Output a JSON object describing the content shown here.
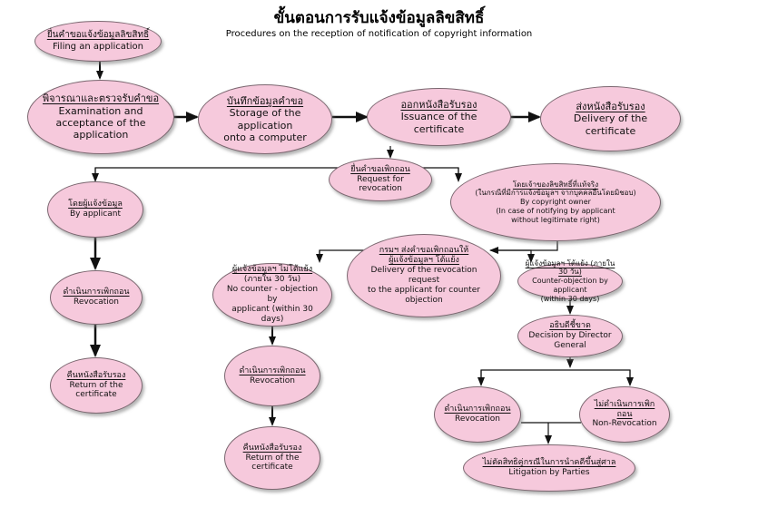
{
  "title": {
    "thai": "ขั้นตอนการรับแจ้งข้อมูลลิขสิทธิ์",
    "english": "Procedures on the reception of notification of copyright information"
  },
  "nodes": {
    "filing": {
      "th": "ยื่นคำขอแจ้งข้อมูลลิขสิทธิ์",
      "en": [
        "Filing an application"
      ]
    },
    "examination": {
      "th": "พิจารณาและตรวจรับคำขอ",
      "en": [
        "Examination and",
        "acceptance of the",
        "application"
      ]
    },
    "storage": {
      "th": "บันทึกข้อมูลคำขอ",
      "en": [
        "Storage of the application",
        "onto a computer"
      ]
    },
    "issuance": {
      "th": "ออกหนังสือรับรอง",
      "en": [
        "Issuance of the",
        "certificate"
      ]
    },
    "delivery": {
      "th": "ส่งหนังสือรับรอง",
      "en": [
        "Delivery of the",
        "certificate"
      ]
    },
    "revocation_request": {
      "th": "ยื่นคำขอเพิกถอน",
      "en": [
        "Request for revocation"
      ]
    },
    "by_applicant": {
      "th": "โดยผู้แจ้งข้อมูล",
      "en": [
        "By applicant"
      ]
    },
    "by_owner": {
      "th": "โดยเจ้าของลิขสิทธิ์ที่แท้จริง",
      "en": [
        "(ในกรณีที่มีการแจ้งข้อมูลฯ จากบุคคลอื่นโดยมิชอบ)",
        "By copyright owner",
        "(In case of notifying by applicant",
        "without legitimate right)"
      ]
    },
    "revocation_left": {
      "th": "ดำเนินการเพิกถอน",
      "en": [
        "Revocation"
      ]
    },
    "return_left": {
      "th": "คืนหนังสือรับรอง",
      "en": [
        "Return of the",
        "certificate"
      ]
    },
    "delivery_request": {
      "th": "กรมฯ ส่งคำขอเพิกถอนให้",
      "en": [
        "ผู้แจ้งข้อมูลฯ โต้แย้ง",
        "Delivery of the revocation request",
        "to the applicant for counter",
        "objection"
      ]
    },
    "no_counter": {
      "th": "ผู้แจ้งข้อมูลฯ ไม่โต้แย้ง",
      "en": [
        "(ภายใน 30 วัน)",
        "No counter - objection by",
        "applicant (within 30 days)"
      ]
    },
    "counter": {
      "th": "ผู้แจ้งข้อมูลฯ โต้แย้ง (ภายใน 30 วัน)",
      "en": [
        "Counter-objection by applicant",
        "(within 30 days)"
      ]
    },
    "revocation_mid": {
      "th": "ดำเนินการเพิกถอน",
      "en": [
        "Revocation"
      ]
    },
    "return_mid": {
      "th": "คืนหนังสือรับรอง",
      "en": [
        "Return of the",
        "certificate"
      ]
    },
    "decision": {
      "th": "อธิบดีชี้ขาด",
      "en": [
        "Decision by Director General"
      ]
    },
    "revocation_right": {
      "th": "ดำเนินการเพิกถอน",
      "en": [
        "Revocation"
      ]
    },
    "non_revocation": {
      "th": "ไม่ดำเนินการเพิกถอน",
      "en": [
        "Non-Revocation"
      ]
    },
    "litigation": {
      "th": "ไม่ตัดสิทธิคู่กรณีในการนำคดีขึ้นสู่ศาล",
      "en": [
        "Litigation by Parties"
      ]
    }
  },
  "colors": {
    "node_fill": "#f6c9dc",
    "node_border": "#7b6770",
    "arrow": "#111111"
  }
}
